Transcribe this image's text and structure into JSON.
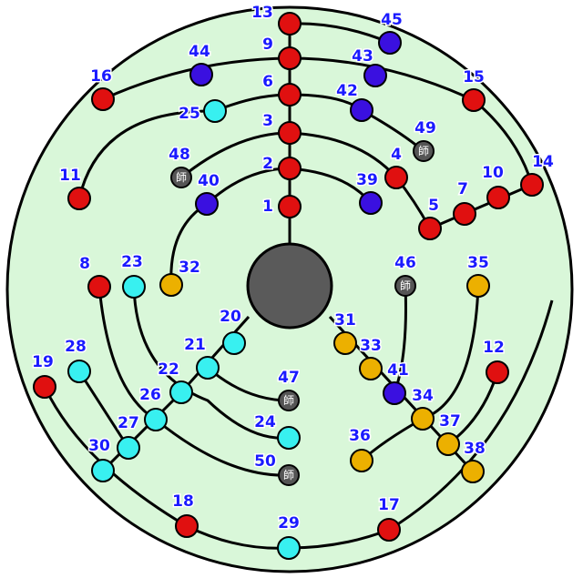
{
  "colors": {
    "board": "#d9f7d9",
    "line": "#000000",
    "center": "#5a5a5a",
    "red": "#e01010",
    "blue": "#3a10e0",
    "cyan": "#38f0f0",
    "yellow": "#ecb000",
    "gray": "#555555",
    "label": "#1a1aff"
  },
  "gray_node_mark": "師",
  "nodes": [
    {
      "id": "1",
      "color": "red"
    },
    {
      "id": "2",
      "color": "red"
    },
    {
      "id": "3",
      "color": "red"
    },
    {
      "id": "6",
      "color": "red"
    },
    {
      "id": "9",
      "color": "red"
    },
    {
      "id": "13",
      "color": "red"
    },
    {
      "id": "4",
      "color": "red"
    },
    {
      "id": "5",
      "color": "red"
    },
    {
      "id": "7",
      "color": "red"
    },
    {
      "id": "10",
      "color": "red"
    },
    {
      "id": "14",
      "color": "red"
    },
    {
      "id": "15",
      "color": "red"
    },
    {
      "id": "16",
      "color": "red"
    },
    {
      "id": "11",
      "color": "red"
    },
    {
      "id": "8",
      "color": "red"
    },
    {
      "id": "12",
      "color": "red"
    },
    {
      "id": "19",
      "color": "red"
    },
    {
      "id": "18",
      "color": "red"
    },
    {
      "id": "17",
      "color": "red"
    },
    {
      "id": "39",
      "color": "blue"
    },
    {
      "id": "40",
      "color": "blue"
    },
    {
      "id": "42",
      "color": "blue"
    },
    {
      "id": "43",
      "color": "blue"
    },
    {
      "id": "44",
      "color": "blue"
    },
    {
      "id": "45",
      "color": "blue"
    },
    {
      "id": "41",
      "color": "blue"
    },
    {
      "id": "25",
      "color": "cyan"
    },
    {
      "id": "23",
      "color": "cyan"
    },
    {
      "id": "20",
      "color": "cyan"
    },
    {
      "id": "21",
      "color": "cyan"
    },
    {
      "id": "22",
      "color": "cyan"
    },
    {
      "id": "26",
      "color": "cyan"
    },
    {
      "id": "27",
      "color": "cyan"
    },
    {
      "id": "28",
      "color": "cyan"
    },
    {
      "id": "30",
      "color": "cyan"
    },
    {
      "id": "24",
      "color": "cyan"
    },
    {
      "id": "29",
      "color": "cyan"
    },
    {
      "id": "32",
      "color": "yellow"
    },
    {
      "id": "35",
      "color": "yellow"
    },
    {
      "id": "31",
      "color": "yellow"
    },
    {
      "id": "33",
      "color": "yellow"
    },
    {
      "id": "34",
      "color": "yellow"
    },
    {
      "id": "37",
      "color": "yellow"
    },
    {
      "id": "38",
      "color": "yellow"
    },
    {
      "id": "36",
      "color": "yellow"
    },
    {
      "id": "48",
      "color": "gray"
    },
    {
      "id": "49",
      "color": "gray"
    },
    {
      "id": "46",
      "color": "gray"
    },
    {
      "id": "47",
      "color": "gray"
    },
    {
      "id": "50",
      "color": "gray"
    }
  ]
}
